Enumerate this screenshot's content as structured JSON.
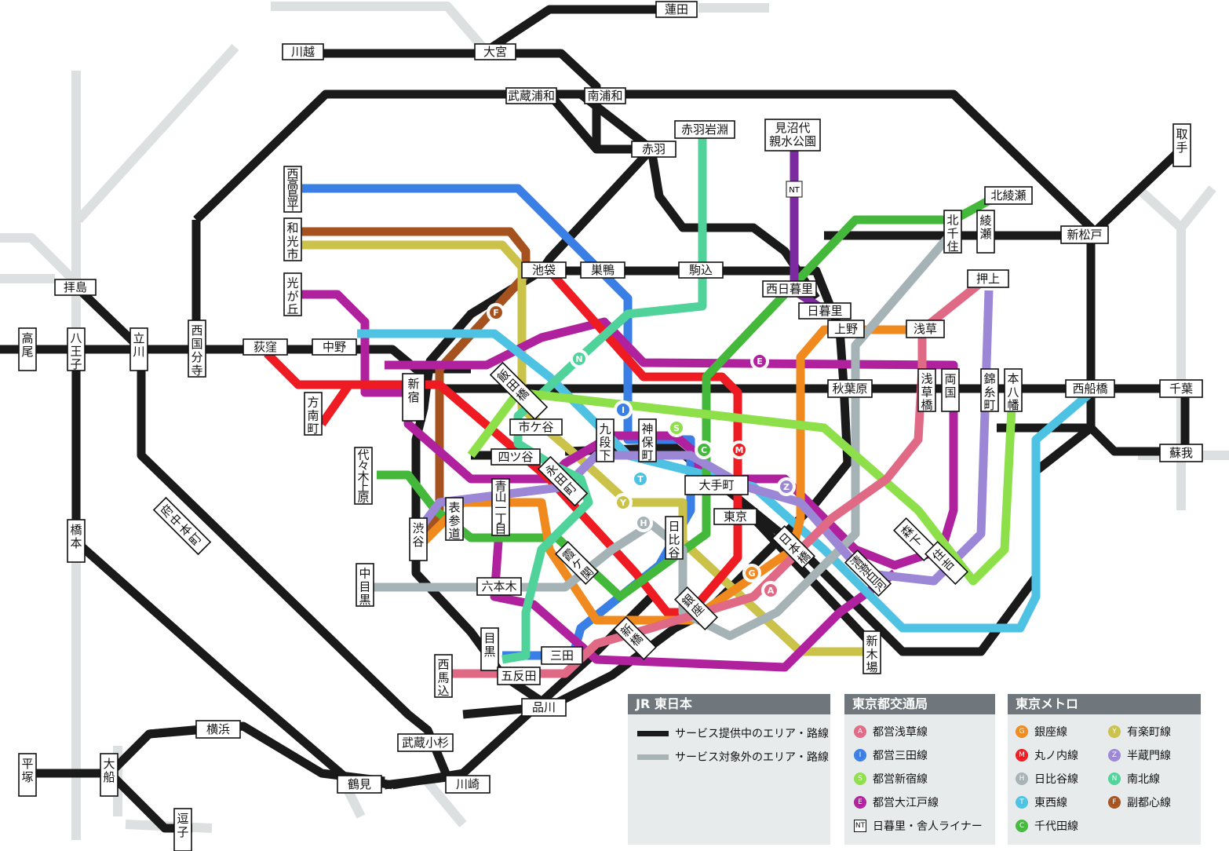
{
  "colors": {
    "jr_served": "#1a1a1a",
    "jr_unserved": "#dde0e0",
    "asakusa": "#e06a85",
    "mita": "#3a7fe6",
    "shinjuku": "#8ee04a",
    "oedo": "#b0219e",
    "nippori_toneri": "#7b2aa0",
    "ginza": "#f0891e",
    "marunouchi": "#ee1b23",
    "hibiya": "#a6b3b6",
    "tozai": "#4dc2e3",
    "chiyoda": "#43b83a",
    "yurakucho": "#cbc24a",
    "hanzomon": "#9b87d6",
    "namboku": "#4fd39a",
    "fukutoshin": "#a5521f"
  },
  "stations": [
    {
      "id": "hasuda",
      "label": "蓮田"
    },
    {
      "id": "kawagoe",
      "label": "川越"
    },
    {
      "id": "omiya",
      "label": "大宮"
    },
    {
      "id": "musashiurawa",
      "label": "武蔵浦和"
    },
    {
      "id": "minamiurawa",
      "label": "南浦和"
    },
    {
      "id": "akabane",
      "label": "赤羽"
    },
    {
      "id": "akabaneiwabuchi",
      "label": "赤羽岩淵"
    },
    {
      "id": "minumadai",
      "label": "見沼代\n親水公園"
    },
    {
      "id": "toride",
      "label": "取手"
    },
    {
      "id": "nishitakashimadaira",
      "label": "西高島平"
    },
    {
      "id": "wakoshi",
      "label": "和光市"
    },
    {
      "id": "hikarigaoka",
      "label": "光が丘"
    },
    {
      "id": "kitaayase",
      "label": "北綾瀬"
    },
    {
      "id": "kitasenju",
      "label": "北千住"
    },
    {
      "id": "ayase",
      "label": "綾瀬"
    },
    {
      "id": "shinmatsudo",
      "label": "新松戸"
    },
    {
      "id": "ikebukuro",
      "label": "池袋"
    },
    {
      "id": "sugamo",
      "label": "巣鴨"
    },
    {
      "id": "komagome",
      "label": "駒込"
    },
    {
      "id": "nishinippori",
      "label": "西日暮里"
    },
    {
      "id": "nippori",
      "label": "日暮里"
    },
    {
      "id": "oshiage",
      "label": "押上"
    },
    {
      "id": "haijima",
      "label": "拝島"
    },
    {
      "id": "takao",
      "label": "高尾"
    },
    {
      "id": "hachioji",
      "label": "八王子"
    },
    {
      "id": "tachikawa",
      "label": "立川"
    },
    {
      "id": "nishikokubunji",
      "label": "西国分寺"
    },
    {
      "id": "ogikubo",
      "label": "荻窪"
    },
    {
      "id": "nakano",
      "label": "中野"
    },
    {
      "id": "honancho",
      "label": "方南町"
    },
    {
      "id": "ueno",
      "label": "上野"
    },
    {
      "id": "asakusa",
      "label": "浅草"
    },
    {
      "id": "iidabashi",
      "label": "飯田橋"
    },
    {
      "id": "shinjuku",
      "label": "新宿"
    },
    {
      "id": "akihabara",
      "label": "秋葉原"
    },
    {
      "id": "asakusabashi",
      "label": "浅草橋"
    },
    {
      "id": "ryogoku",
      "label": "両国"
    },
    {
      "id": "kinshicho",
      "label": "錦糸町"
    },
    {
      "id": "motoyawata",
      "label": "本八幡"
    },
    {
      "id": "nishifunabashi",
      "label": "西船橋"
    },
    {
      "id": "chiba",
      "label": "千葉"
    },
    {
      "id": "soga",
      "label": "蘇我"
    },
    {
      "id": "ichigaya",
      "label": "市ケ谷"
    },
    {
      "id": "kudanshita",
      "label": "九段下"
    },
    {
      "id": "jimbocho",
      "label": "神保町"
    },
    {
      "id": "yotsuya",
      "label": "四ツ谷"
    },
    {
      "id": "nagatacho",
      "label": "永田町"
    },
    {
      "id": "otemachi",
      "label": "大手町"
    },
    {
      "id": "yoyogiuehara",
      "label": "代々木上原"
    },
    {
      "id": "aoyama",
      "label": "青山一丁目"
    },
    {
      "id": "omotesando",
      "label": "表参道"
    },
    {
      "id": "tokyo",
      "label": "東京"
    },
    {
      "id": "shibuya",
      "label": "渋谷"
    },
    {
      "id": "kasumigaseki",
      "label": "霞ケ関"
    },
    {
      "id": "hibiya",
      "label": "日比谷"
    },
    {
      "id": "nihombashi",
      "label": "日本橋"
    },
    {
      "id": "morishita",
      "label": "森下"
    },
    {
      "id": "kiyosumi",
      "label": "清澄白河"
    },
    {
      "id": "sumiyoshi",
      "label": "住吉"
    },
    {
      "id": "nakameguro",
      "label": "中目黒"
    },
    {
      "id": "roppongi",
      "label": "六本木"
    },
    {
      "id": "ginza",
      "label": "銀座"
    },
    {
      "id": "shimbashi",
      "label": "新橋"
    },
    {
      "id": "shinkiba",
      "label": "新木場"
    },
    {
      "id": "meguro",
      "label": "目黒"
    },
    {
      "id": "mita",
      "label": "三田"
    },
    {
      "id": "nishimagome",
      "label": "西馬込"
    },
    {
      "id": "gotanda",
      "label": "五反田"
    },
    {
      "id": "shinagawa",
      "label": "品川"
    },
    {
      "id": "hashimoto",
      "label": "橋本"
    },
    {
      "id": "fuchuhommachi",
      "label": "府中本町"
    },
    {
      "id": "musashikosugi",
      "label": "武蔵小杉"
    },
    {
      "id": "yokohama",
      "label": "横浜"
    },
    {
      "id": "tsurumi",
      "label": "鶴見"
    },
    {
      "id": "kawasaki",
      "label": "川崎"
    },
    {
      "id": "hiratsuka",
      "label": "平塚"
    },
    {
      "id": "ofuna",
      "label": "大船"
    },
    {
      "id": "zushi",
      "label": "逗子"
    }
  ],
  "line_badges": [
    {
      "letter": "F",
      "line": "fukutoshin"
    },
    {
      "letter": "N",
      "line": "namboku"
    },
    {
      "letter": "E",
      "line": "oedo"
    },
    {
      "letter": "I",
      "line": "mita"
    },
    {
      "letter": "S",
      "line": "shinjuku"
    },
    {
      "letter": "C",
      "line": "chiyoda"
    },
    {
      "letter": "M",
      "line": "marunouchi"
    },
    {
      "letter": "T",
      "line": "tozai"
    },
    {
      "letter": "Z",
      "line": "hanzomon"
    },
    {
      "letter": "Y",
      "line": "yurakucho"
    },
    {
      "letter": "H",
      "line": "hibiya"
    },
    {
      "letter": "G",
      "line": "ginza"
    },
    {
      "letter": "A",
      "line": "asakusa"
    }
  ],
  "nt_badge": "NT",
  "legend": {
    "jr": {
      "title": "JR 東日本",
      "served": "サービス提供中のエリア・路線",
      "unserved": "サービス対象外のエリア・路線"
    },
    "toei": {
      "title": "東京都交通局",
      "items": [
        {
          "letter": "A",
          "line": "asakusa",
          "label": "都営浅草線"
        },
        {
          "letter": "I",
          "line": "mita",
          "label": "都営三田線"
        },
        {
          "letter": "S",
          "line": "shinjuku",
          "label": "都営新宿線"
        },
        {
          "letter": "E",
          "line": "oedo",
          "label": "都営大江戸線"
        }
      ],
      "nt_label": "日暮里・舎人ライナー"
    },
    "metro": {
      "title": "東京メトロ",
      "items": [
        {
          "letter": "G",
          "line": "ginza",
          "label": "銀座線"
        },
        {
          "letter": "M",
          "line": "marunouchi",
          "label": "丸ノ内線"
        },
        {
          "letter": "H",
          "line": "hibiya",
          "label": "日比谷線"
        },
        {
          "letter": "T",
          "line": "tozai",
          "label": "東西線"
        },
        {
          "letter": "C",
          "line": "chiyoda",
          "label": "千代田線"
        },
        {
          "letter": "Y",
          "line": "yurakucho",
          "label": "有楽町線"
        },
        {
          "letter": "Z",
          "line": "hanzomon",
          "label": "半蔵門線"
        },
        {
          "letter": "N",
          "line": "namboku",
          "label": "南北線"
        },
        {
          "letter": "F",
          "line": "fukutoshin",
          "label": "副都心線"
        }
      ]
    }
  }
}
